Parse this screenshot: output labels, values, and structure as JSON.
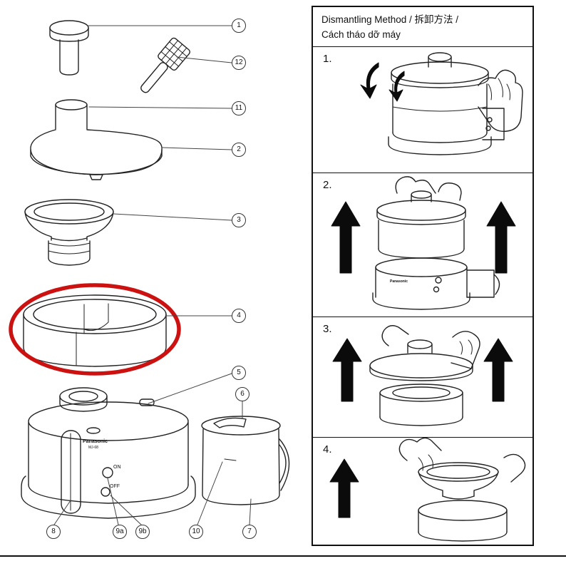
{
  "dismantle_panel": {
    "title_line1": "Dismantling Method / 拆卸方法 /",
    "title_line2": "Cách tháo dỡ máy",
    "steps": [
      {
        "label": "1."
      },
      {
        "label": "2."
      },
      {
        "label": "3."
      },
      {
        "label": "4."
      }
    ]
  },
  "parts_diagram": {
    "callouts": [
      {
        "label": "1"
      },
      {
        "label": "12"
      },
      {
        "label": "11"
      },
      {
        "label": "2"
      },
      {
        "label": "3"
      },
      {
        "label": "4"
      },
      {
        "label": "5"
      },
      {
        "label": "6"
      },
      {
        "label": "7"
      },
      {
        "label": "8"
      },
      {
        "label": "9a"
      },
      {
        "label": "9b"
      },
      {
        "label": "10"
      }
    ],
    "device_labels": {
      "brand": "Panasonic",
      "model": "MJ-68",
      "switch_on": "ON",
      "switch_off": "OFF"
    },
    "highlight_color": "#cc1111"
  }
}
